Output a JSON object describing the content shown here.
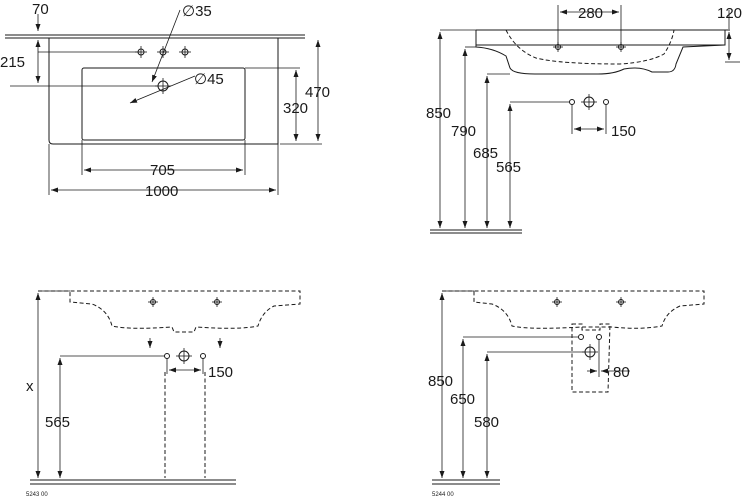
{
  "top_view": {
    "dim_70": "70",
    "dim_dia35": "∅35",
    "dim_215": "215",
    "dim_dia45": "∅45",
    "dim_470": "470",
    "dim_320": "320",
    "dim_705": "705",
    "dim_1000": "1000"
  },
  "side_view": {
    "dim_280": "280",
    "dim_120": "120",
    "dim_850": "850",
    "dim_790": "790",
    "dim_685": "685",
    "dim_565": "565",
    "dim_150": "150"
  },
  "pedestal_view": {
    "dim_x": "x",
    "dim_565": "565",
    "dim_150": "150",
    "code": "5243 00"
  },
  "semi_pedestal_view": {
    "dim_850": "850",
    "dim_650": "650",
    "dim_580": "580",
    "dim_80": "80",
    "code": "5244 00"
  }
}
